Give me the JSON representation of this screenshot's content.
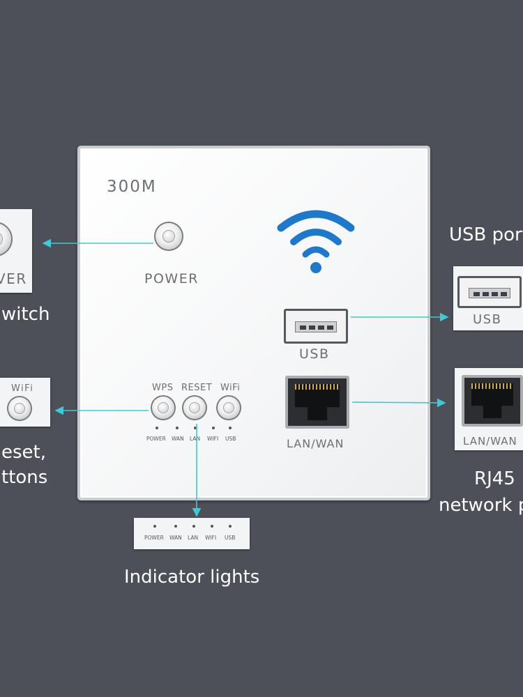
{
  "panel": {
    "model": "300M",
    "power_label": "POWER",
    "usb_label": "USB",
    "lan_label": "LAN/WAN",
    "buttons": [
      "WPS",
      "RESET",
      "WiFi"
    ],
    "indicators": [
      "POWER",
      "WAN",
      "LAN",
      "WIFI",
      "USB"
    ]
  },
  "callouts": {
    "power_box_label": "VER",
    "power_caption": "witch",
    "buttons_box_label": "WiFi",
    "buttons_caption_1": "eset,",
    "buttons_caption_2": "ttons",
    "usb_caption": "USB port",
    "usb_box_label": "USB",
    "rj45_box_label": "LAN/WAN",
    "rj45_caption_1": "RJ45",
    "rj45_caption_2": "network p",
    "indicator_caption": "Indicator lights",
    "indicator_labels": [
      "POWER",
      "WAN",
      "LAN",
      "WIFI",
      "USB"
    ]
  },
  "colors": {
    "background": "#4d5058",
    "panel": "#f6f7f8",
    "wifi_icon": "#1f78c8",
    "arrow": "#3fc9d6",
    "text": "#ffffff"
  },
  "icons": [
    "wifi-icon",
    "arrow-icon"
  ]
}
